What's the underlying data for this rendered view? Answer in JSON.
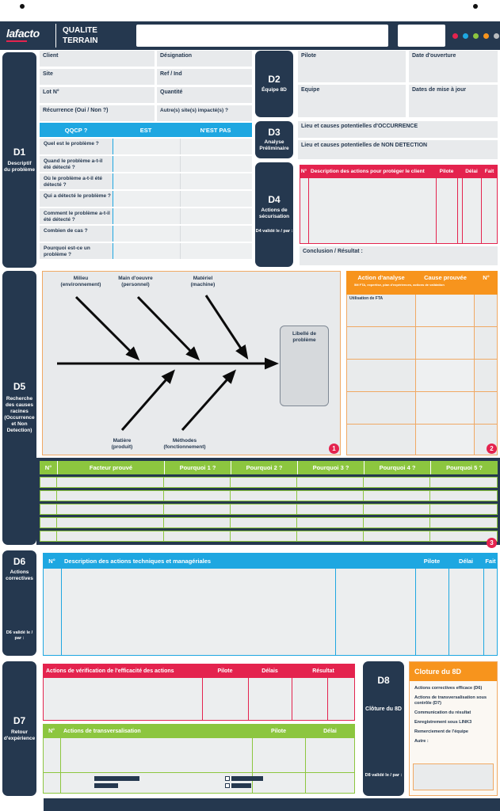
{
  "colors": {
    "navy": "#25384f",
    "blue": "#1ea7e1",
    "red": "#e4234e",
    "green": "#8cc63f",
    "orange": "#f7941d",
    "dots": [
      "#e4234e",
      "#1ea7e1",
      "#8cc63f",
      "#f7941d",
      "#b9bcbe"
    ]
  },
  "header": {
    "logo": "lafacto",
    "title_line1": "QUALITE",
    "title_line2": "TERRAIN"
  },
  "info": {
    "left": [
      "Client",
      "Site",
      "Lot N°",
      "Récurrence (Oui / Non ?)"
    ],
    "right": [
      "Désignation",
      "Ref / Ind",
      "Quantité",
      "Autre(s) site(s) impacté(s) ?"
    ]
  },
  "d1": {
    "code": "D1",
    "label": "Descriptif du problème"
  },
  "qqocp": {
    "headers": [
      "QQCP ?",
      "EST",
      "N'EST PAS"
    ],
    "questions": [
      "Quel est le problème ?",
      "Quand le problème a-t-il été détecté ?",
      "Où le problème a-t-il été détecté ?",
      "Qui a détecté le problème ?",
      "Comment le problème a-t-il été détecté ?",
      "Combien de cas ?",
      "Pourquoi est-ce un problème ?"
    ]
  },
  "d2": {
    "code": "D2",
    "label": "Équipe 8D",
    "pilote": "Pilote",
    "equipe": "Equipe",
    "date_ouverture": "Date d'ouverture",
    "dates_maj": "Dates de mise à jour"
  },
  "d3": {
    "code": "D3",
    "label": "Analyse Préliminaire",
    "occurrence": "Lieu et causes potentielles d'OCCURRENCE",
    "non_detection": "Lieu et causes potentielles de NON DETECTION"
  },
  "d4": {
    "code": "D4",
    "label": "Actions de sécurisation",
    "valide": "D4 validé le / par :",
    "headers": [
      "N°",
      "Description des actions pour protéger le client",
      "Pilote",
      "Délai",
      "Fait"
    ],
    "conclusion": "Conclusion / Résultat :"
  },
  "d5": {
    "code": "D5",
    "label": "Recherche des causes racines (Occurrence et Non Detection)"
  },
  "fishbone": {
    "top": [
      {
        "t": "Milieu",
        "s": "(environnement)"
      },
      {
        "t": "Main d'oeuvre",
        "s": "(personnel)"
      },
      {
        "t": "Matériel",
        "s": "(machine)"
      }
    ],
    "bottom": [
      {
        "t": "Matière",
        "s": "(produit)"
      },
      {
        "t": "Méthodes",
        "s": "(fonctionnement)"
      }
    ],
    "problem_box": "Libellé de problème"
  },
  "analysis": {
    "headers": [
      "Action d'analyse",
      "Cause prouvée",
      "N°"
    ],
    "subtitle": "5M FTA, expertise, plan d'expériences, actions de validation",
    "first_cell": "Utilisation de FTA"
  },
  "badges": {
    "one": "1",
    "two": "2",
    "three": "3"
  },
  "why_table": {
    "headers": [
      "N°",
      "Facteur prouvé",
      "Pourquoi 1 ?",
      "Pourquoi 2 ?",
      "Pourquoi 3 ?",
      "Pourquoi 4 ?",
      "Pourquoi 5 ?"
    ]
  },
  "d6": {
    "code": "D6",
    "label": "Actions correctives",
    "valide": "D6 validé le / par :",
    "headers": [
      "N°",
      "Description des actions techniques et managériales",
      "Pilote",
      "Délai",
      "Fait"
    ]
  },
  "d7": {
    "code": "D7",
    "label": "Retour d'expérience",
    "verif_headers": [
      "Actions de vérification de l'efficacité des actions",
      "Pilote",
      "Délais",
      "Résultat"
    ],
    "trans_headers": [
      "N°",
      "Actions de transversalisation",
      "Pilote",
      "Délai"
    ]
  },
  "d8": {
    "code": "D8",
    "label": "Clôture du 8D",
    "valide": "D8 validé le / par :"
  },
  "cloture": {
    "title": "Cloture du 8D",
    "items": [
      "Actions correctives efficace (D6)",
      "Actions de transversalisation sous contrôle (D7)",
      "Communication du résultat",
      "Enregistrement sous LINK3",
      "Remerciement de l'équipe",
      "Autre :"
    ]
  }
}
